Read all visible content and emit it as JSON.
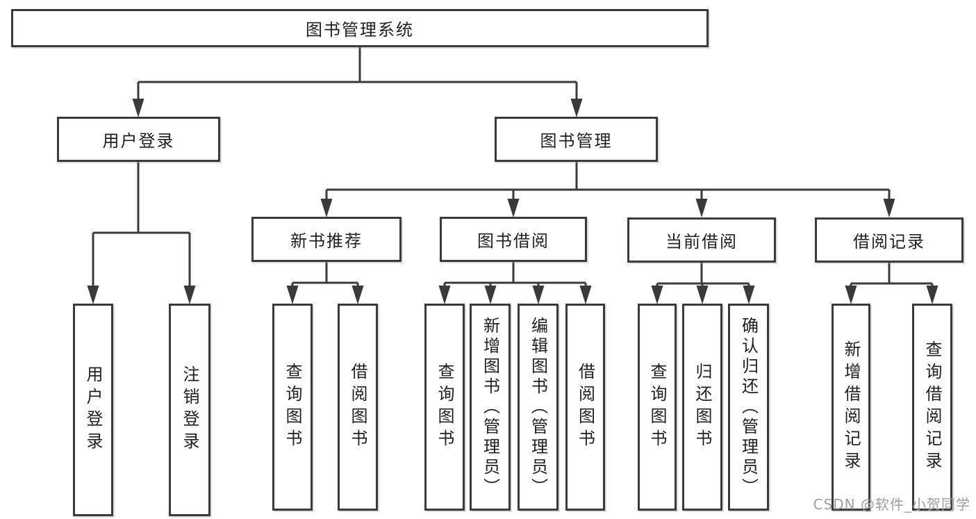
{
  "diagram": {
    "root": {
      "label": "图书管理系统"
    },
    "branches": [
      {
        "label": "用户登录",
        "children": [
          {
            "label": "用户登录"
          },
          {
            "label": "注销登录"
          }
        ]
      },
      {
        "label": "图书管理",
        "children": [
          {
            "label": "新书推荐",
            "children": [
              {
                "label": "查询图书"
              },
              {
                "label": "借阅图书"
              }
            ]
          },
          {
            "label": "图书借阅",
            "children": [
              {
                "label": "查询图书"
              },
              {
                "label": "新增图书（管理员）"
              },
              {
                "label": "编辑图书（管理员）"
              },
              {
                "label": "借阅图书"
              }
            ]
          },
          {
            "label": "当前借阅",
            "children": [
              {
                "label": "查询图书"
              },
              {
                "label": "归还图书"
              },
              {
                "label": "确认归还（管理员）"
              }
            ]
          },
          {
            "label": "借阅记录",
            "children": [
              {
                "label": "新增借阅记录"
              },
              {
                "label": "查询借阅记录"
              }
            ]
          }
        ]
      }
    ],
    "watermark": "CSDN @软件_小贺同学",
    "colors": {
      "line": "#3a3a3a",
      "text": "#1f1f1f",
      "background": "#ffffff",
      "watermark": "#9e9e9e"
    }
  }
}
